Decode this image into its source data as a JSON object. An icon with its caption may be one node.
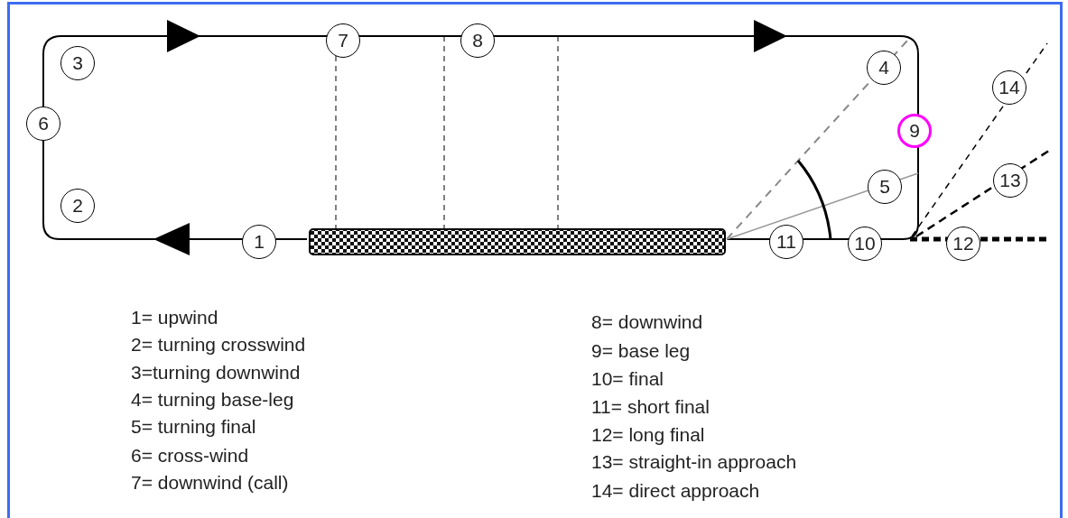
{
  "diagram": {
    "labels": [
      "7",
      "8",
      "3",
      "4",
      "14",
      "6",
      "9",
      "13",
      "5",
      "2",
      "1",
      "11",
      "10",
      "12",
      "1= upwind",
      "2= turning crosswind",
      "3=turning downwind",
      "4= turning base-leg",
      "5= turning final",
      "6= cross-wind",
      "7= downwind (call)",
      "8= downwind",
      "9= base leg",
      "10= final",
      "11= short final",
      "12= long final",
      "13= straight-in approach",
      "14= direct approach"
    ]
  }
}
